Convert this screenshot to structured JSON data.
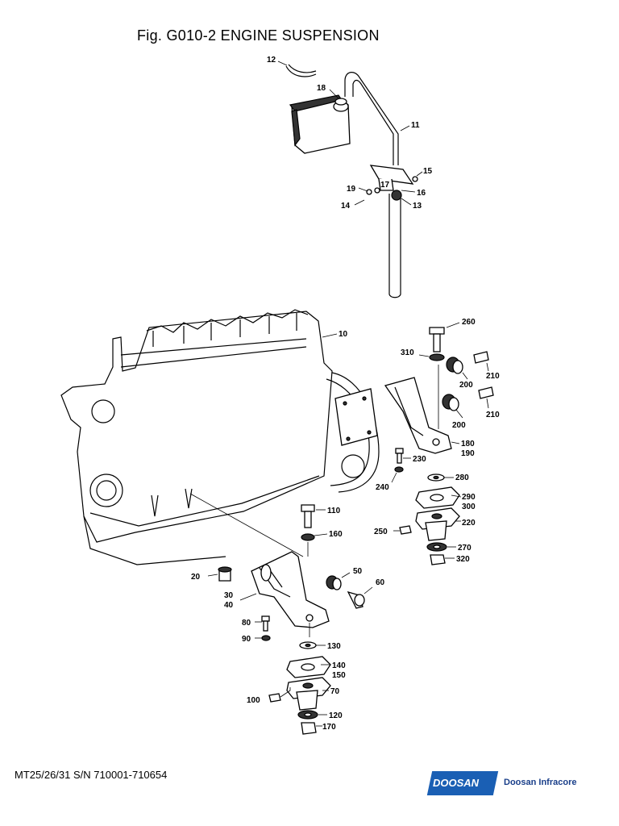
{
  "title": "Fig. G010-2 ENGINE SUSPENSION",
  "footer": {
    "serial": "MT25/26/31 S/N 710001-710654"
  },
  "brand": {
    "logo_text": "DOOSAN",
    "name": "Doosan Infracore",
    "color": "#1a5fb4"
  },
  "callouts": {
    "c12": "12",
    "c18": "18",
    "c11": "11",
    "c15": "15",
    "c19": "19",
    "c17": "17",
    "c16": "16",
    "c14": "14",
    "c13": "13",
    "c10": "10",
    "c260": "260",
    "c310": "310",
    "c200a": "200",
    "c210a": "210",
    "c200b": "200",
    "c210b": "210",
    "c180": "180",
    "c190": "190",
    "c230": "230",
    "c280": "280",
    "c240": "240",
    "c290": "290",
    "c300": "300",
    "c220": "220",
    "c250": "250",
    "c270": "270",
    "c320": "320",
    "c110": "110",
    "c160": "160",
    "c20": "20",
    "c50": "50",
    "c60": "60",
    "c30": "30",
    "c40": "40",
    "c80": "80",
    "c90": "90",
    "c130": "130",
    "c140": "140",
    "c150": "150",
    "c70": "70",
    "c100": "100",
    "c120": "120",
    "c170": "170"
  }
}
